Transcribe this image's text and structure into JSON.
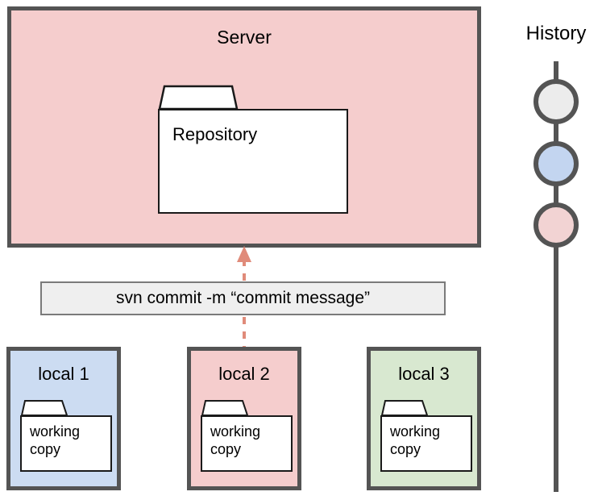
{
  "diagram": {
    "title": "SVN commit workflow diagram",
    "colors": {
      "server_fill": "#f5cdcd",
      "local1_fill": "#ccdcf2",
      "local2_fill": "#f5cdcd",
      "local3_fill": "#d8e8d0",
      "box_border": "#545454",
      "folder_fill": "#ffffff",
      "folder_border": "#1a1a1a",
      "command_fill": "#efefef",
      "command_border": "#7a7a7a",
      "arrow": "#e08b7a",
      "history_line": "#545454",
      "history_node_1": "#ececec",
      "history_node_2": "#c3d5f0",
      "history_node_3": "#f2d3d3"
    }
  },
  "server": {
    "title": "Server",
    "repository": {
      "label": "Repository"
    }
  },
  "command": {
    "text": "svn commit -m “commit message”"
  },
  "arrow": {
    "name": "commit-arrow",
    "direction": "up",
    "style": "dashed"
  },
  "locals": [
    {
      "title": "local 1",
      "folder_label": "working\ncopy",
      "fill": "#ccdcf2"
    },
    {
      "title": "local 2",
      "folder_label": "working\ncopy",
      "fill": "#f5cdcd"
    },
    {
      "title": "local 3",
      "folder_label": "working\ncopy",
      "fill": "#d8e8d0"
    }
  ],
  "history": {
    "title": "History",
    "nodes": [
      {
        "fill": "#ececec"
      },
      {
        "fill": "#c3d5f0"
      },
      {
        "fill": "#f2d3d3"
      }
    ]
  }
}
